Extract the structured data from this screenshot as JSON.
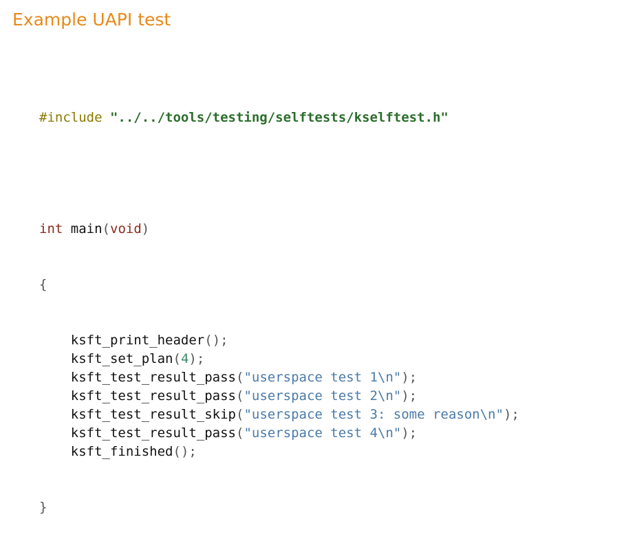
{
  "slide": {
    "title": "Example UAPI test"
  },
  "code": {
    "include_directive": "#include",
    "include_path": "\"../../tools/testing/selftests/kselftest.h\"",
    "return_type": "int",
    "main_name": "main",
    "param_void": "void",
    "open_brace": "{",
    "close_brace": "}",
    "calls": [
      {
        "fn": "ksft_print_header",
        "arg": "",
        "arg_kind": "none"
      },
      {
        "fn": "ksft_set_plan",
        "arg": "4",
        "arg_kind": "number"
      },
      {
        "fn": "ksft_test_result_pass",
        "arg": "\"userspace test 1\\n\"",
        "arg_kind": "string"
      },
      {
        "fn": "ksft_test_result_pass",
        "arg": "\"userspace test 2\\n\"",
        "arg_kind": "string"
      },
      {
        "fn": "ksft_test_result_skip",
        "arg": "\"userspace test 3: some reason\\n\"",
        "arg_kind": "string"
      },
      {
        "fn": "ksft_test_result_pass",
        "arg": "\"userspace test 4\\n\"",
        "arg_kind": "string"
      },
      {
        "fn": "ksft_finished",
        "arg": "",
        "arg_kind": "none"
      }
    ]
  },
  "colors": {
    "title": "#e8891a",
    "preprocessor": "#8a7a00",
    "include_string": "#2c6e2c",
    "keyword": "#8b2a1c",
    "string_literal": "#4a7aa8",
    "number_literal": "#3a8a6a"
  }
}
